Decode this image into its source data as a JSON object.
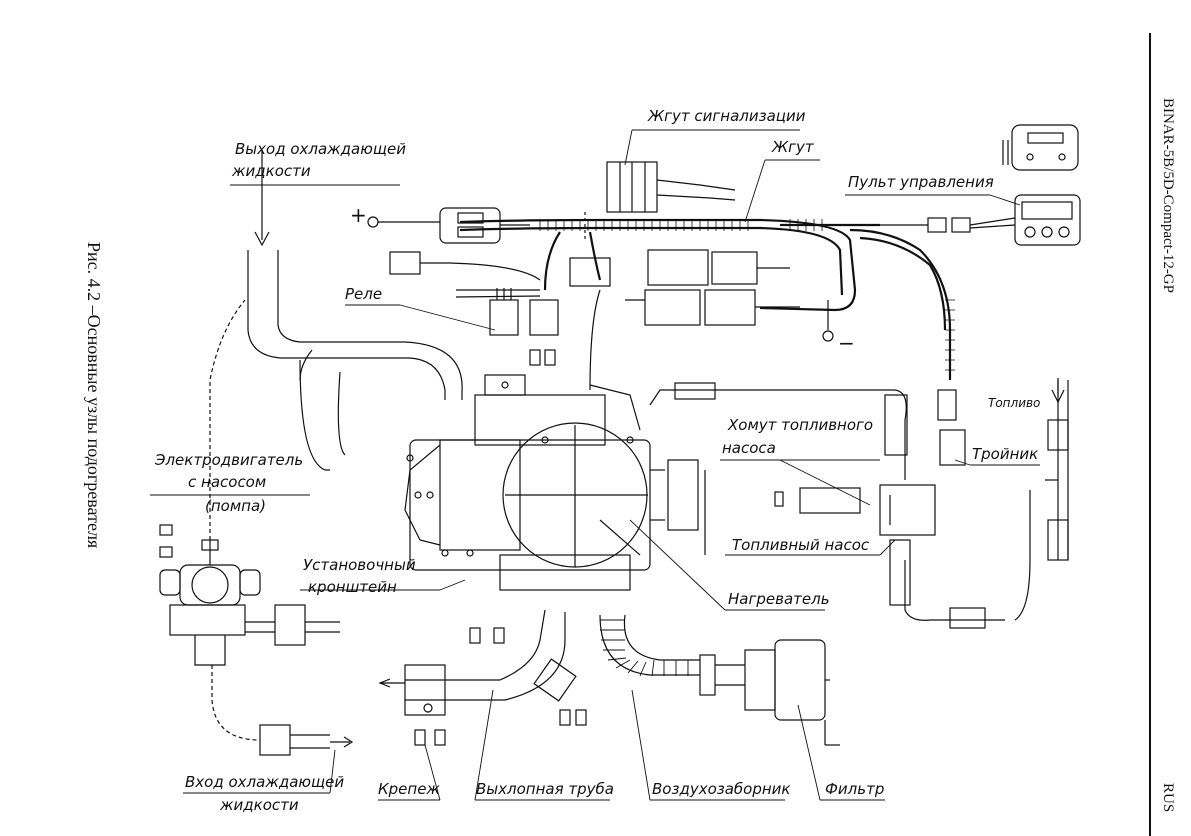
{
  "figure": {
    "caption": "Рис. 4.2 –Основные узлы подогревателя"
  },
  "header": {
    "model": "BINAR-5B/5D-Compact-12-GP",
    "language": "RUS"
  },
  "diagram": {
    "labels": {
      "coolant_outlet_line1": "Выход охлаждающей",
      "coolant_outlet_line2": "жидкости",
      "signal_harness": "Жгут сигнализации",
      "harness": "Жгут",
      "control_panel": "Пульт управления",
      "relay": "Реле",
      "fuel": "Топливо",
      "fuel_pump_clamp_line1": "Хомут топливного",
      "fuel_pump_clamp_line2": "насоса",
      "tee": "Тройник",
      "electric_motor_line1": "Электродвигатель",
      "electric_motor_line2": "с насосом",
      "electric_motor_line3": "(помпа)",
      "mounting_bracket_line1": "Установочный",
      "mounting_bracket_line2": "кронштейн",
      "fuel_pump": "Топливный насос",
      "heater": "Нагреватель",
      "coolant_inlet_line1": "Вход охлаждающей",
      "coolant_inlet_line2": "жидкости",
      "fasteners": "Крепеж",
      "exhaust_pipe": "Выхлопная труба",
      "air_intake": "Воздухозаборник",
      "filter": "Фильтр",
      "plus_sign": "+",
      "minus_sign": "−"
    }
  }
}
